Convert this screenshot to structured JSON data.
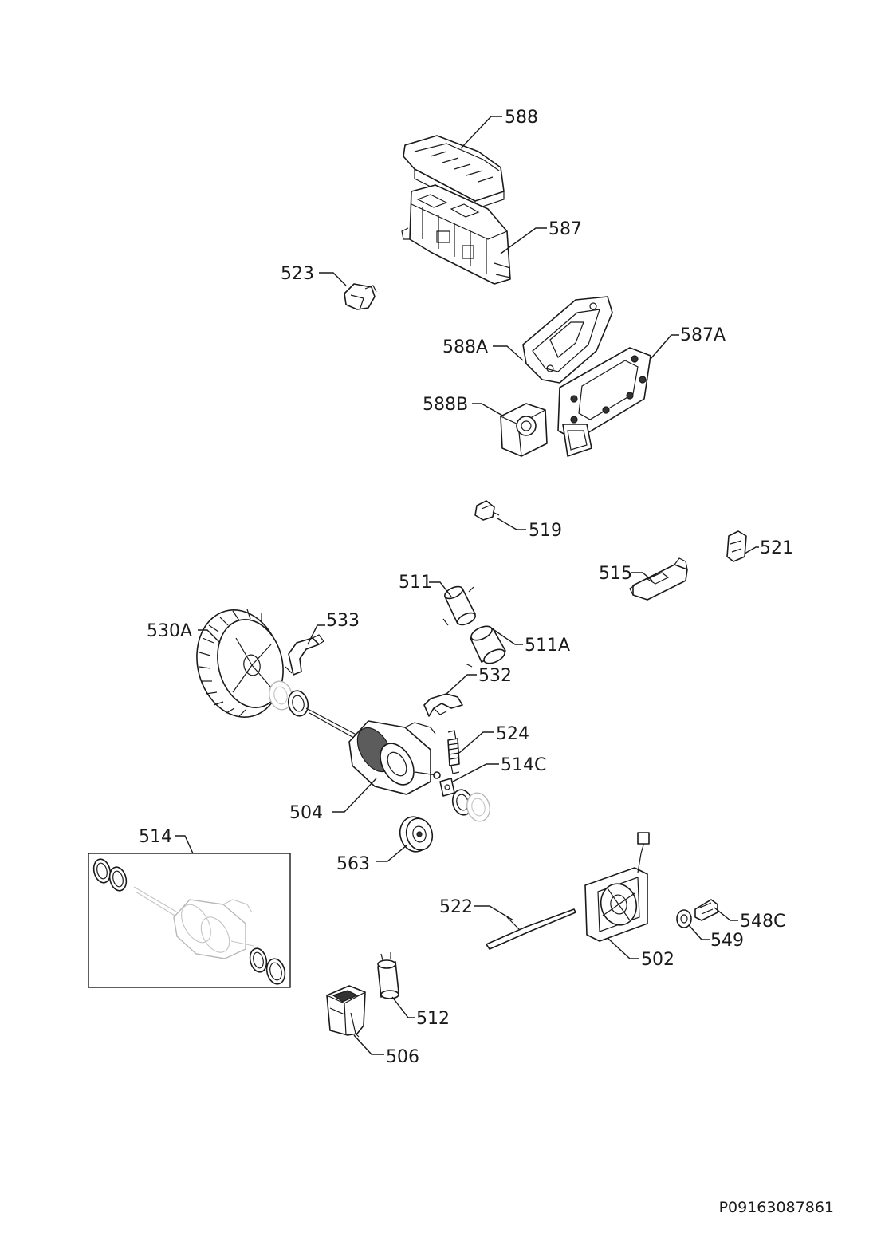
{
  "labels": {
    "p588": "588",
    "p587": "587",
    "p523": "523",
    "p588A": "588A",
    "p587A": "587A",
    "p588B": "588B",
    "p519": "519",
    "p521": "521",
    "p515": "515",
    "p511": "511",
    "p511A": "511A",
    "p530A": "530A",
    "p533": "533",
    "p532": "532",
    "p524": "524",
    "p514C": "514C",
    "p504": "504",
    "p514": "514",
    "p563": "563",
    "p522": "522",
    "p548C": "548C",
    "p549": "549",
    "p502": "502",
    "p512": "512",
    "p506": "506"
  },
  "document_code": "P09163087861"
}
